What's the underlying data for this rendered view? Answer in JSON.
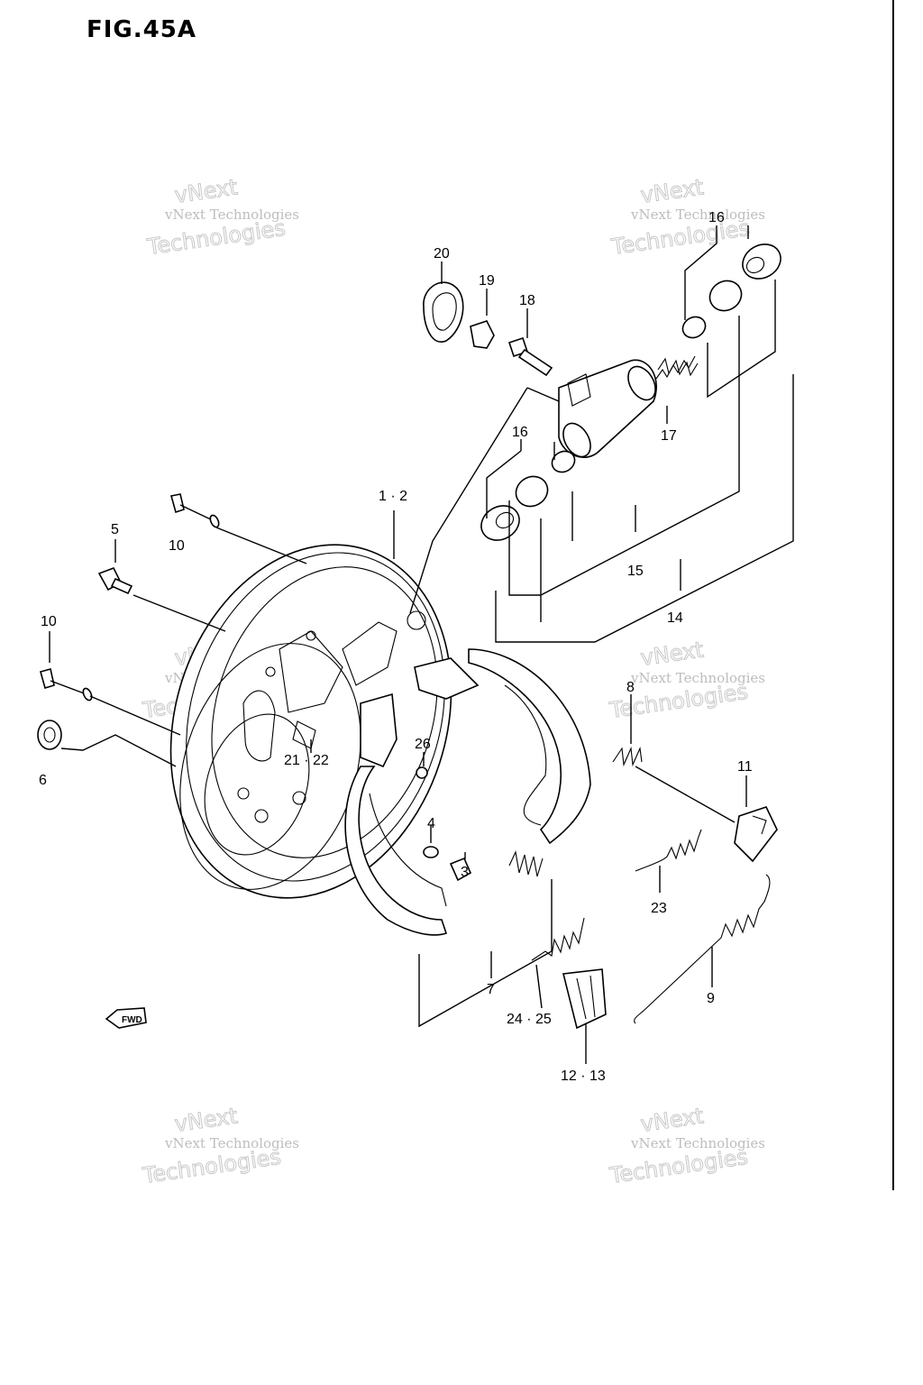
{
  "figure": {
    "title": "FIG.45A"
  },
  "watermark": {
    "line1": "vNext Technologies",
    "line2": "vNext",
    "line3": "Technologies"
  },
  "fwd_label": "FWD",
  "callouts": {
    "c1_2": "1 · 2",
    "c3": "3",
    "c4": "4",
    "c5": "5",
    "c6": "6",
    "c7": "7",
    "c8": "8",
    "c9": "9",
    "c10a": "10",
    "c10b": "10",
    "c11": "11",
    "c12_13": "12 · 13",
    "c14": "14",
    "c15": "15",
    "c16a": "16",
    "c16b": "16",
    "c17": "17",
    "c18": "18",
    "c19": "19",
    "c20": "20",
    "c21_22": "21 · 22",
    "c23": "23",
    "c24_25": "24 · 25",
    "c26": "26"
  }
}
